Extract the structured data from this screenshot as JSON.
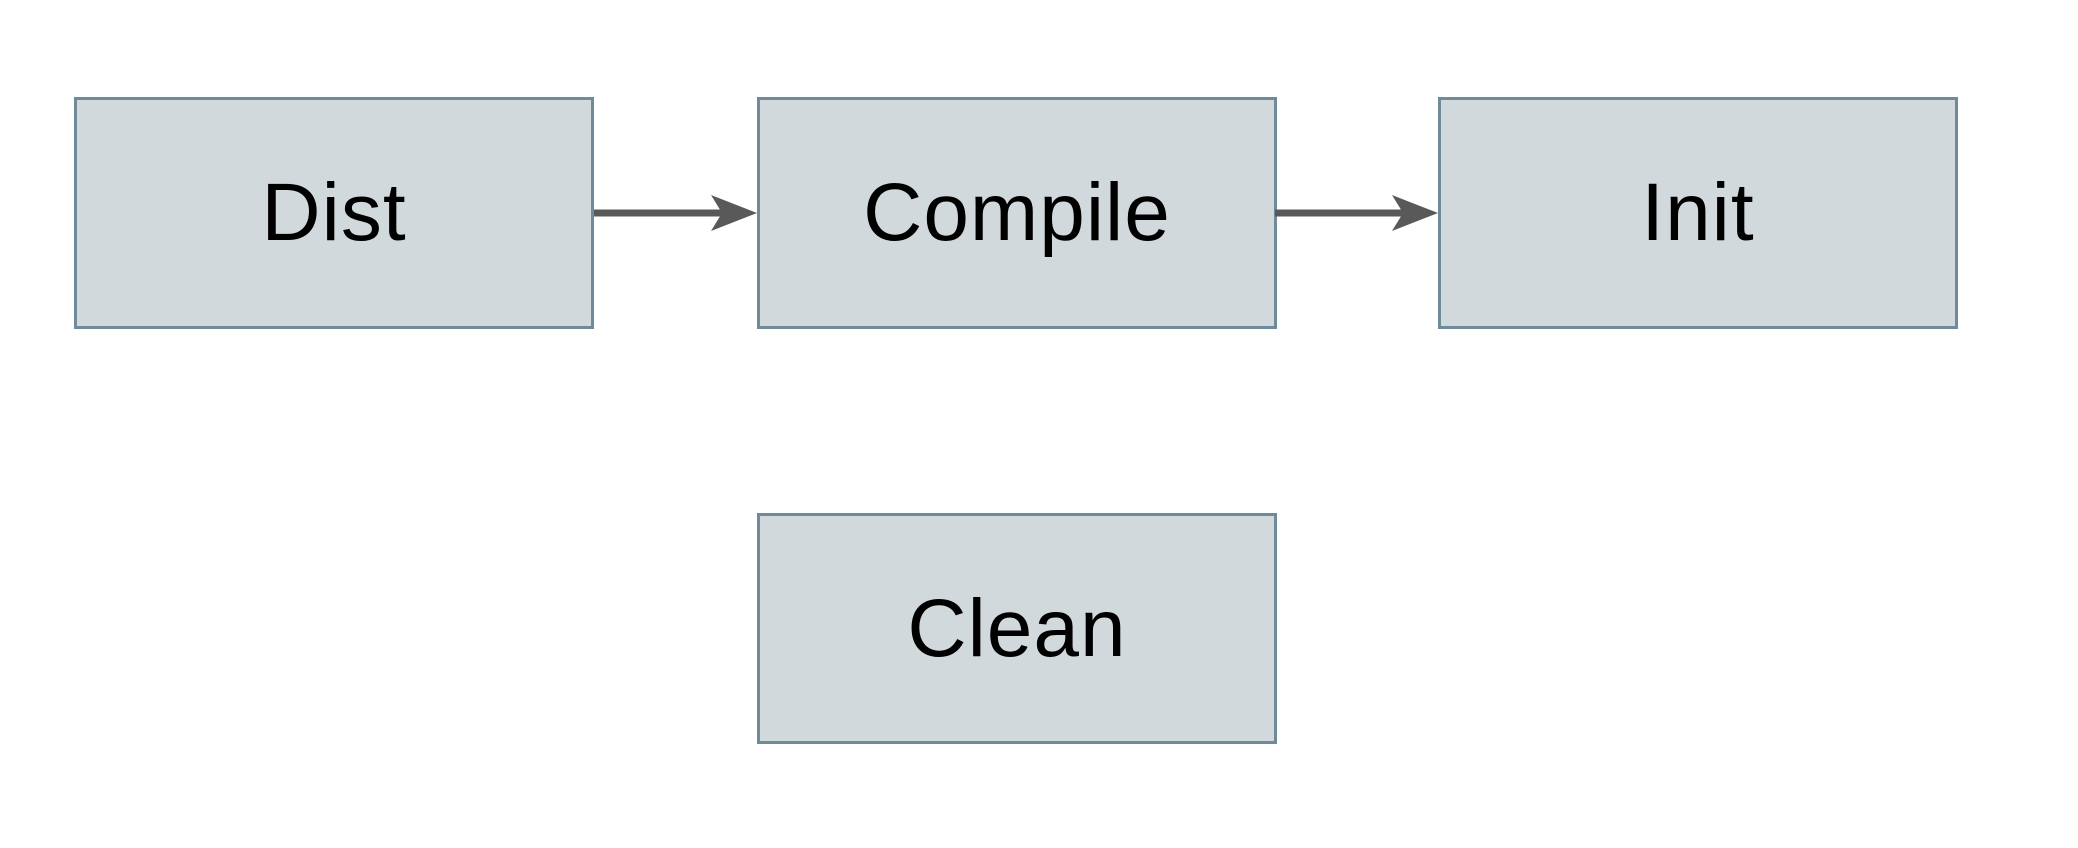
{
  "diagram": {
    "background_color": "#ffffff",
    "node_fill_color": "#d2d9dc",
    "node_border_color": "#6f8b9a",
    "node_text_color": "#000000",
    "arrow_color": "#595959",
    "nodes": [
      {
        "id": "dist",
        "label": "Dist"
      },
      {
        "id": "compile",
        "label": "Compile"
      },
      {
        "id": "init",
        "label": "Init"
      },
      {
        "id": "clean",
        "label": "Clean"
      }
    ],
    "edges": [
      {
        "from": "Dist",
        "to": "Compile",
        "direction": "right"
      },
      {
        "from": "Compile",
        "to": "Init",
        "direction": "right"
      }
    ]
  }
}
